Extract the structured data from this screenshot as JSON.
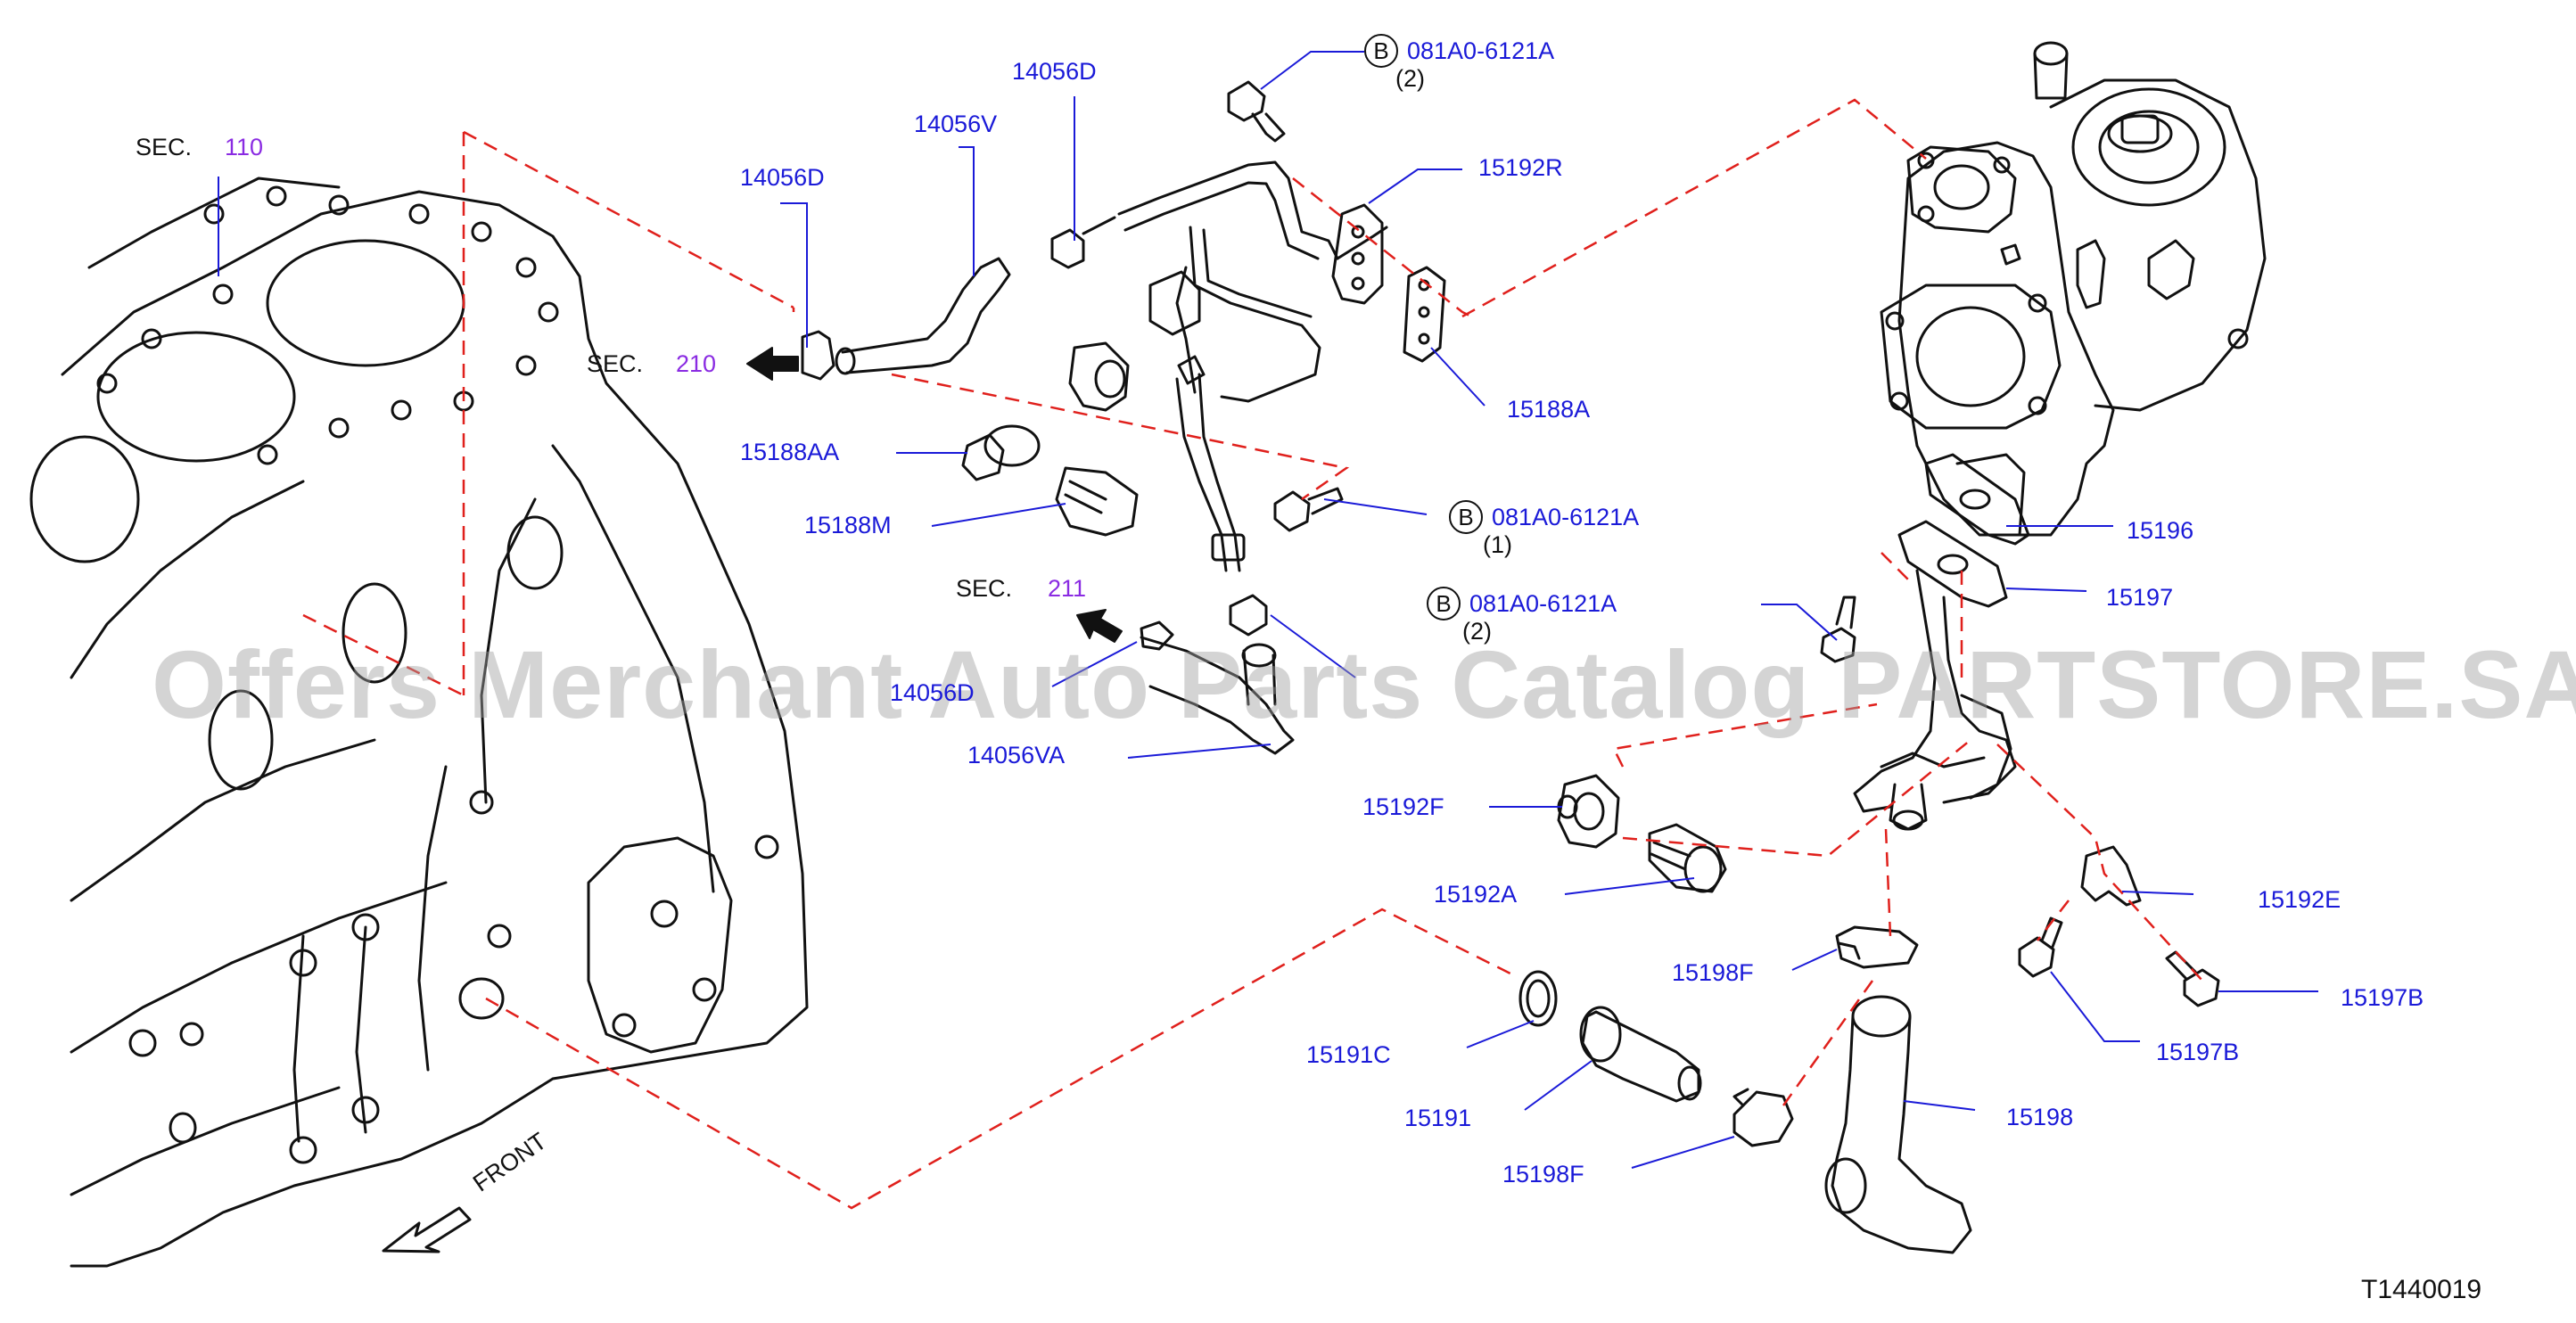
{
  "diagram": {
    "code": "T1440019",
    "front_label": "FRONT",
    "watermark": "Offers Merchant Auto Parts Catalog PARTSTORE.SA",
    "sections": [
      {
        "prefix": "SEC.",
        "number": "110"
      },
      {
        "prefix": "SEC.",
        "number": "210"
      },
      {
        "prefix": "SEC.",
        "number": "211"
      }
    ],
    "bolt_callouts": [
      {
        "circle": "B",
        "part": "081A0-6121A",
        "qty": "(2)"
      },
      {
        "circle": "B",
        "part": "081A0-6121A",
        "qty": "(1)"
      },
      {
        "circle": "B",
        "part": "081A0-6121A",
        "qty": "(2)"
      }
    ],
    "parts": [
      "14056D",
      "14056V",
      "14056D",
      "15192R",
      "15188A",
      "15188AA",
      "15188M",
      "14056D",
      "14056VA",
      "15196",
      "15197",
      "15192F",
      "15192A",
      "15192E",
      "15198F",
      "15197B",
      "15197B",
      "15191C",
      "15191",
      "15198",
      "15198F"
    ]
  },
  "colors": {
    "part_label": "#1a1ad8",
    "section_number": "#8a2be2",
    "leader_line": "#1a1ad8",
    "phantom_line": "#e0201c",
    "drawing_line": "#111111"
  }
}
